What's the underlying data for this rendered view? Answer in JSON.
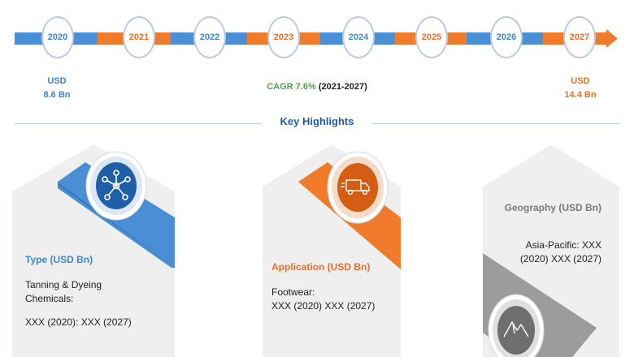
{
  "colors": {
    "blue": "#4a8fd6",
    "dark_blue": "#1f5fa8",
    "orange": "#ef7b2b",
    "dark_orange": "#d35d12",
    "green": "#4aa64a",
    "grey": "#9c9c9c",
    "hex_bg": "#efefef"
  },
  "timeline": {
    "years": [
      "2020",
      "2021",
      "2022",
      "2023",
      "2024",
      "2025",
      "2026",
      "2027"
    ],
    "start_label": "USD",
    "start_value": "8.6 Bn",
    "cagr_label": "CAGR 7.6%",
    "cagr_period": "(2021-2027)",
    "end_label": "USD",
    "end_value": "14.4 Bn"
  },
  "section_title": "Key Highlights",
  "cards": [
    {
      "title": "Type (USD Bn)",
      "line1": "Tanning & Dyeing Chemicals:",
      "line2": "XXX (2020): XXX (2027)",
      "icon": "network-icon"
    },
    {
      "title": "Application (USD Bn)",
      "line1": "Footwear:",
      "line2": "XXX (2020) XXX (2027)",
      "icon": "truck-icon"
    },
    {
      "title": "Geography (USD Bn)",
      "line1": "Asia-Pacific: XXX (2020) XXX (2027)",
      "icon": "mountain-icon"
    }
  ]
}
